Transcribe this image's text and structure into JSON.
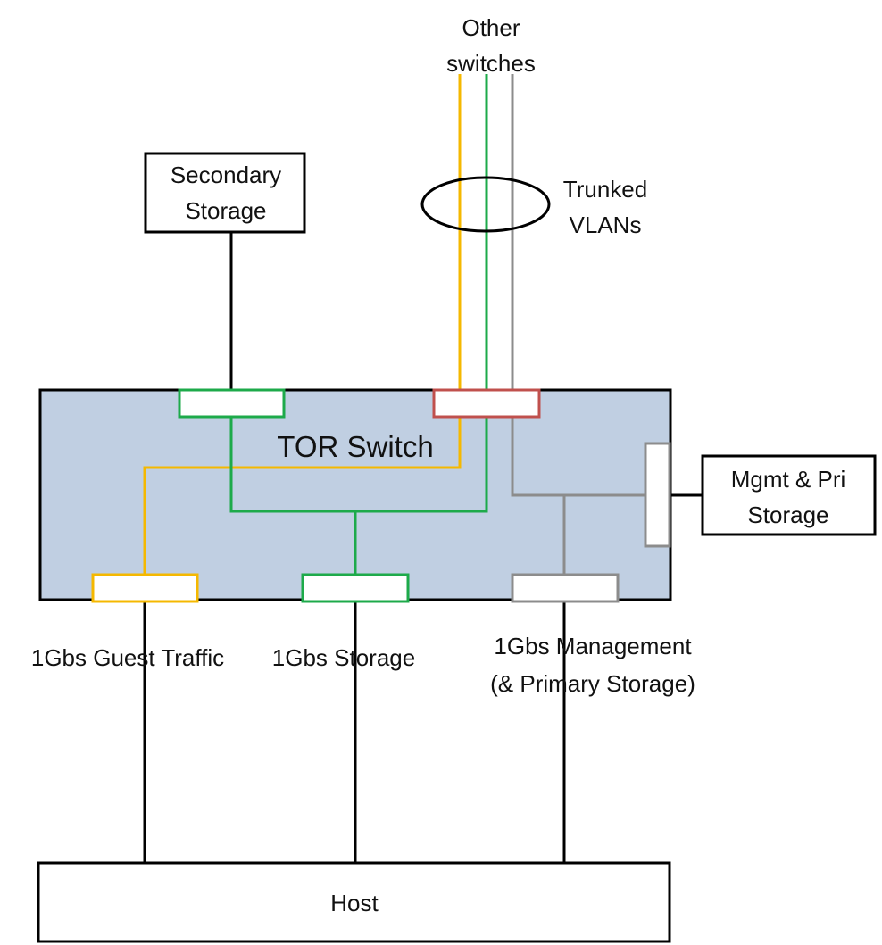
{
  "colors": {
    "guest": "#F5B800",
    "storage": "#1DAA4A",
    "management": "#8C8C8C",
    "trunk_port": "#C0504D",
    "switch_fill": "#C0CFE2",
    "outline": "#000000"
  },
  "labels": {
    "other_switches": [
      "Other",
      "switches"
    ],
    "trunked_vlans": [
      "Trunked",
      "VLANs"
    ],
    "secondary_storage": [
      "Secondary",
      "Storage"
    ],
    "tor_switch": "TOR Switch",
    "mgmt_pri_storage": [
      "Mgmt & Pri",
      "Storage"
    ],
    "guest_traffic": "1Gbs Guest Traffic",
    "storage_net": "1Gbs Storage",
    "management_net": [
      "1Gbs Management",
      "(& Primary Storage)"
    ],
    "host": "Host"
  }
}
